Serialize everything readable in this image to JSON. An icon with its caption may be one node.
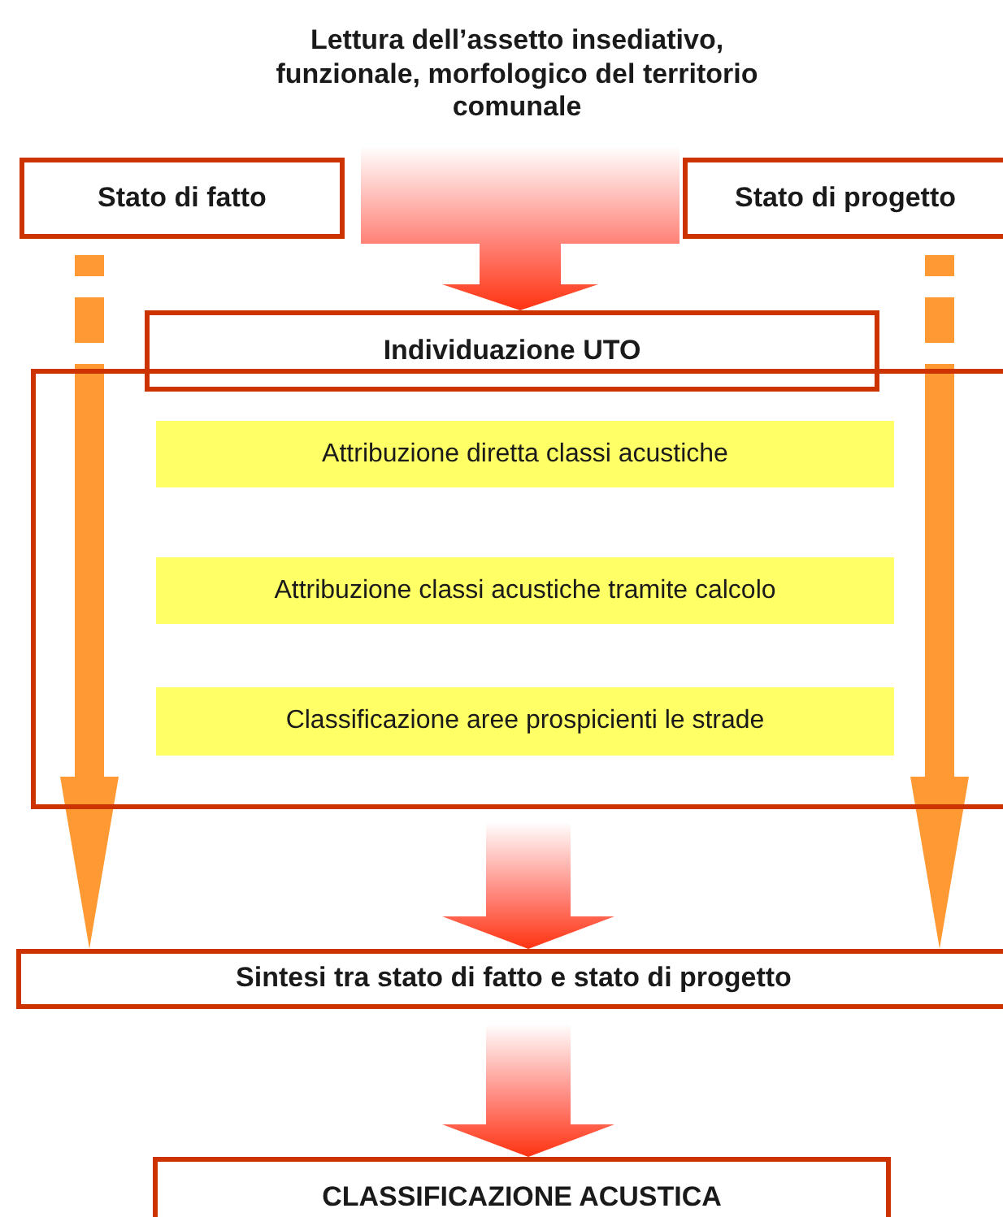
{
  "diagram": {
    "nodes": [
      {
        "text": [
          "Lettura dell’assetto insediativo, funzionale, morfologico del territorio comunale"
        ]
      },
      {
        "text": [
          "Stato di fatto"
        ]
      },
      {
        "text": [
          "Stato di progetto"
        ]
      },
      {
        "text": [
          "Individuazione UTO"
        ]
      },
      {
        "text": [],
        "shape": "box"
      },
      {
        "text": [
          "Attribuzione diretta classi acustiche"
        ],
        "in": 4
      },
      {
        "text": [
          "Attribuzione classi acustiche tramite calcolo"
        ],
        "in": 4
      },
      {
        "text": [
          "Classificazione aree prospicienti le strade"
        ],
        "in": 4
      },
      {
        "text": [
          "Sintesi tra stato di fatto e stato di progetto"
        ]
      },
      {
        "text": [
          "CLASSIFICAZIONE ACUSTICA"
        ]
      }
    ],
    "edges": [
      {
        "from": 0,
        "to": 3,
        "arrow": "to"
      },
      {
        "from": 1,
        "to": 8,
        "arrow": "to",
        "color": "#ff9933"
      },
      {
        "from": 2,
        "to": 8,
        "arrow": "to",
        "color": "#ff9933"
      },
      {
        "from": 4,
        "to": 8,
        "arrow": "to"
      },
      {
        "from": 8,
        "to": 9,
        "arrow": "to"
      }
    ]
  }
}
